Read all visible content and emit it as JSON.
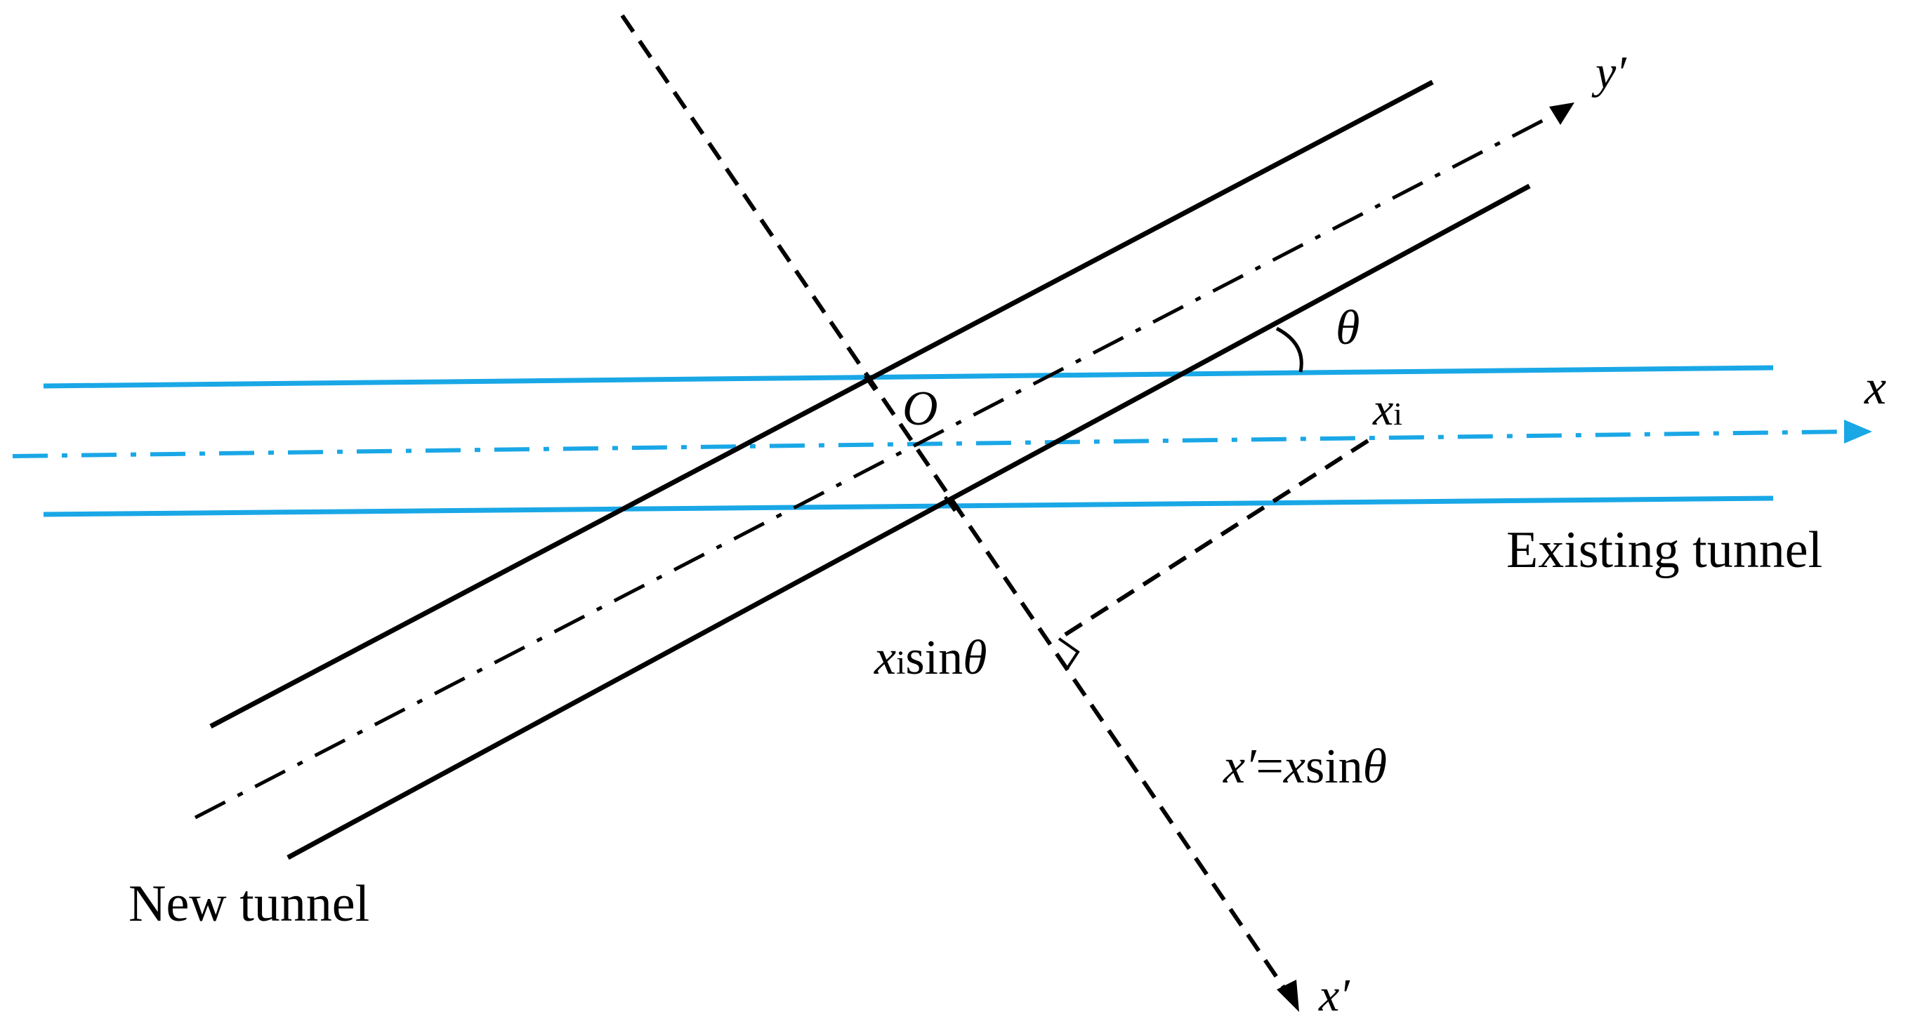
{
  "diagram": {
    "labels": {
      "y_prime_axis": "y′",
      "x_axis": "x",
      "x_prime_axis": "x′",
      "origin": "O",
      "angle": "θ",
      "xi_x": "x",
      "xi_sub": "i",
      "xisin_x": "x",
      "xisin_sub": "i",
      "xisin_rest": "sin",
      "xisin_theta": "θ",
      "relation_xprime": "x′",
      "relation_eq": "=",
      "relation_x": "x",
      "relation_sin": "sin",
      "relation_theta": "θ",
      "existing_tunnel": "Existing tunnel",
      "new_tunnel": "New tunnel"
    },
    "colors": {
      "existing_tunnel": "#1aa7e6",
      "new_tunnel": "#000000"
    }
  }
}
